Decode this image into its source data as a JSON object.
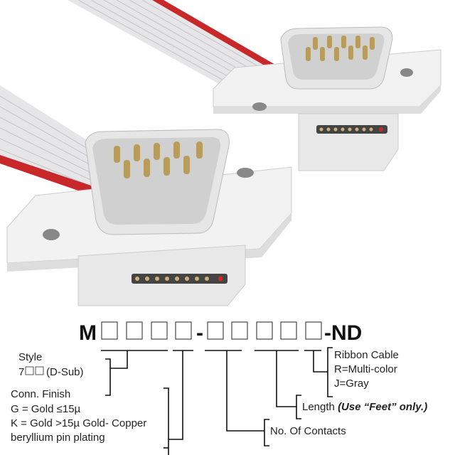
{
  "part_number": {
    "prefix": "M",
    "separator": "-",
    "suffix": "-ND"
  },
  "style": {
    "title": "Style",
    "value_prefix": "7",
    "value_suffix": "(D-Sub)"
  },
  "finish": {
    "title": "Conn. Finish",
    "line1": "G = Gold ≤15µ",
    "line2": "K = Gold >15µ Gold- Copper",
    "line3": "beryllium pin plating"
  },
  "contacts": {
    "title": "No. Of Contacts"
  },
  "length": {
    "title": "Length",
    "note": "(Use “Feet” only.)"
  },
  "cable": {
    "title": "Ribbon Cable",
    "line1": "R=Multi-color",
    "line2": "J=Gray"
  },
  "colors": {
    "cable": "#e4e4e6",
    "red_stripe": "#c8282a",
    "housing": "#eeeeee",
    "pin": "#c9b27a"
  }
}
